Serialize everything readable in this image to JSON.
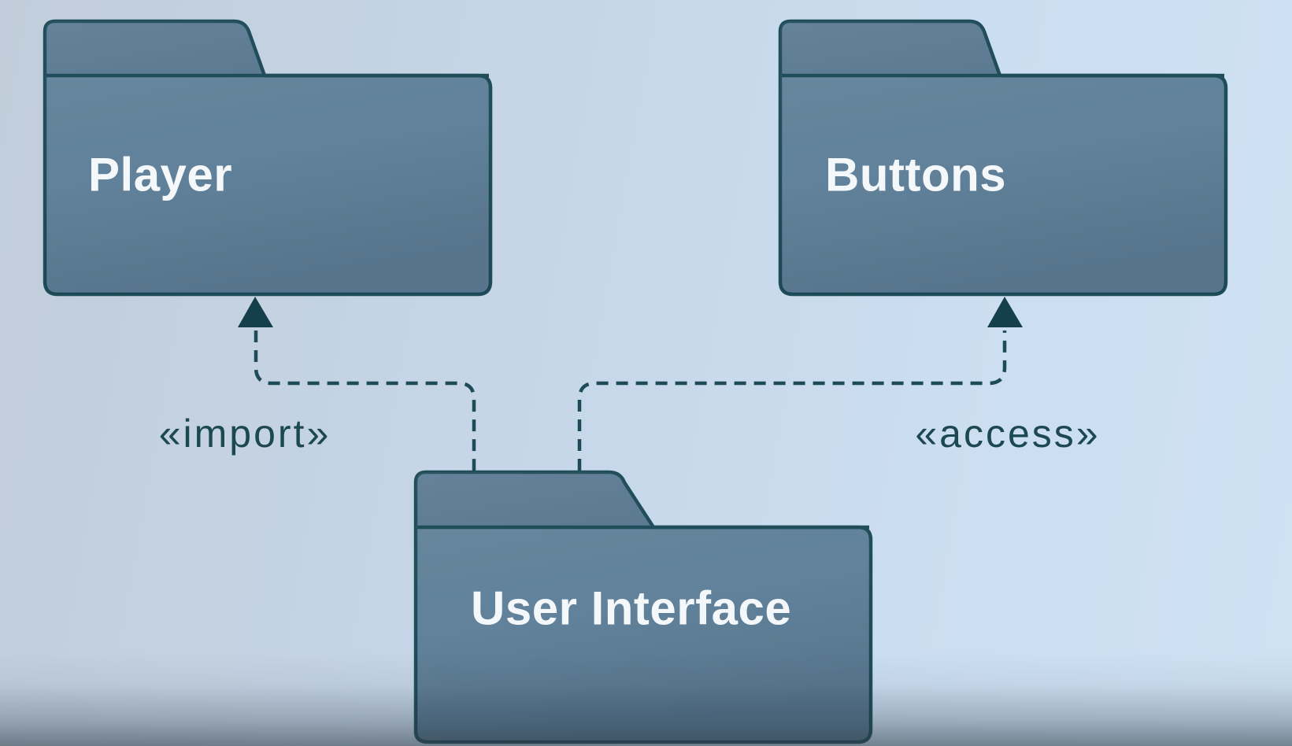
{
  "diagram": {
    "kind": "uml-package-diagram",
    "packages": {
      "player": {
        "label": "Player"
      },
      "buttons": {
        "label": "Buttons"
      },
      "user_interface": {
        "label": "User Interface"
      }
    },
    "dependencies": {
      "import": {
        "label": "«import»",
        "from": "User Interface",
        "to": "Player",
        "line_style": "dashed",
        "arrow_style": "solid-triangle"
      },
      "access": {
        "label": "«access»",
        "from": "User Interface",
        "to": "Buttons",
        "line_style": "dashed",
        "arrow_style": "solid-triangle"
      }
    }
  },
  "colors": {
    "package_fill": "#64859e",
    "package_border": "#1f4e5a",
    "package_title": "#f5f8fa",
    "dependency_line": "#1d4c58",
    "arrowhead_fill": "#153f4a",
    "stereotype_text": "#1c4852",
    "background": "#c9dbee"
  }
}
